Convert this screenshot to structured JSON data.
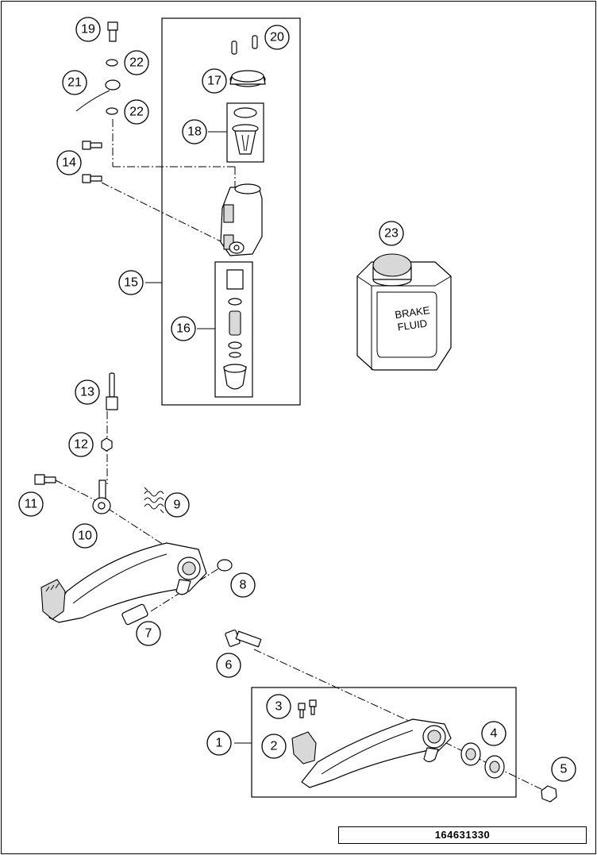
{
  "drawing_number": "164631330",
  "fluid_can_label": [
    "BRAKE",
    "FLUID"
  ],
  "callouts": [
    "1",
    "2",
    "3",
    "4",
    "5",
    "6",
    "7",
    "8",
    "9",
    "10",
    "11",
    "12",
    "13",
    "14",
    "15",
    "16",
    "17",
    "18",
    "19",
    "20",
    "21",
    "22",
    "23"
  ]
}
